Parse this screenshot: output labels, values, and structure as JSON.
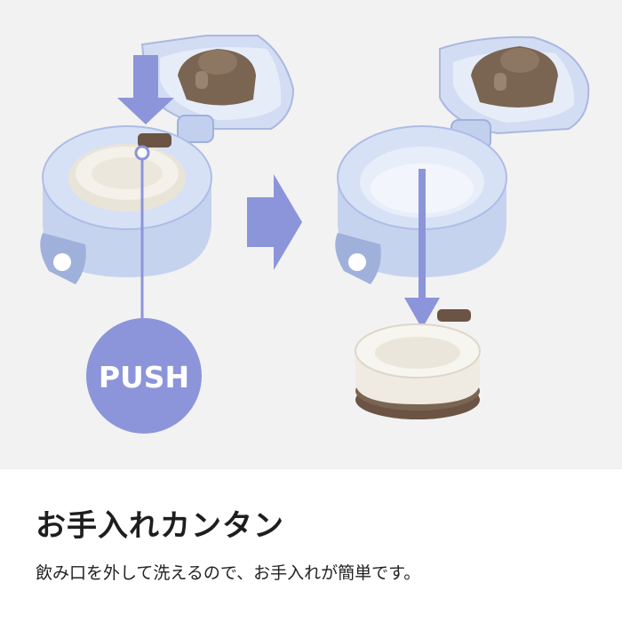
{
  "illustration": {
    "push_label": "PUSH"
  },
  "content": {
    "heading": "お手入れカンタン",
    "caption": "飲み口を外して洗えるので、お手入れが簡単です。"
  },
  "colors": {
    "background": "#f2f2f2",
    "lid_blue": "#c6d3ef",
    "lid_blue_dark": "#9fb1db",
    "accent_purple": "#8c95d9",
    "gasket_brown": "#7a6553",
    "spout_white": "#f4f1ea",
    "text_dark": "#1e1e1e"
  }
}
